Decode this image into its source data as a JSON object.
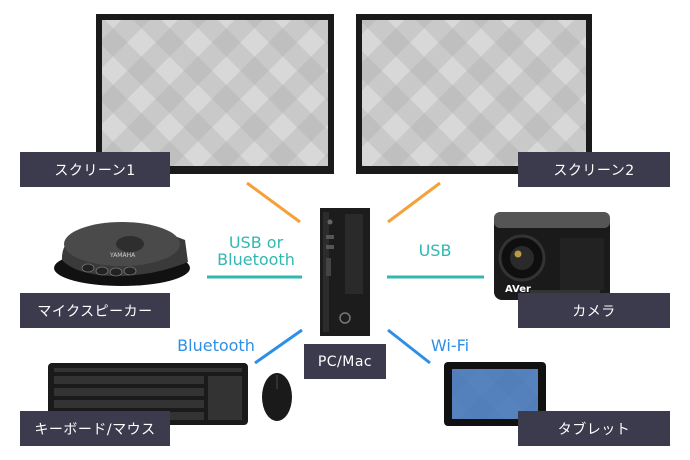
{
  "colors": {
    "orange": "#f5a13a",
    "teal": "#32b8b3",
    "blue": "#2f8fe6",
    "label_bg": "#3b3b4d"
  },
  "devices": {
    "screen1": "スクリーン1",
    "screen2": "スクリーン2",
    "speaker": "マイクスピーカー",
    "camera": "カメラ",
    "keyboard": "キーボード/マウス",
    "tablet": "タブレット",
    "pc": "PC/Mac"
  },
  "connections": {
    "usb_bt_line1": "USB or",
    "usb_bt_line2": "Bluetooth",
    "usb": "USB",
    "bluetooth": "Bluetooth",
    "wifi": "Wi-Fi"
  },
  "brands": {
    "speaker": "YAMAHA",
    "camera": "AVer"
  }
}
